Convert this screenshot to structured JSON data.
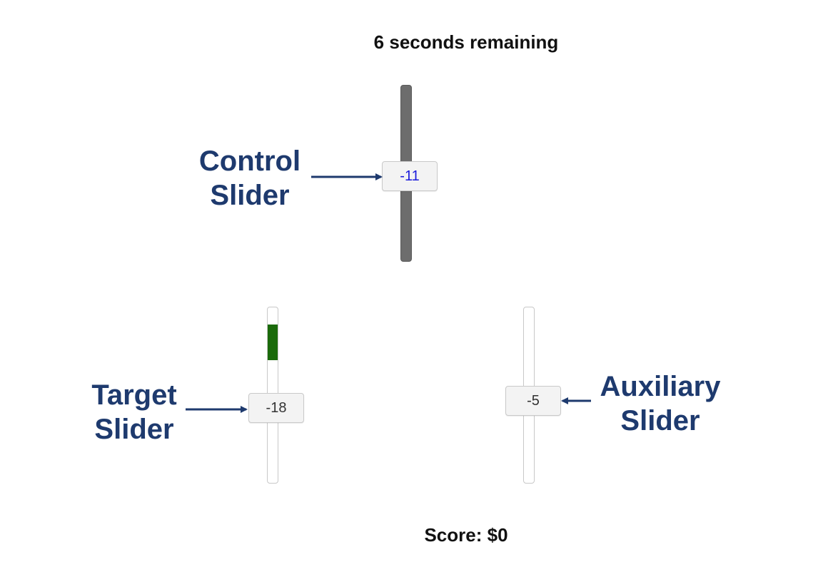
{
  "timer": {
    "text": "6 seconds remaining"
  },
  "control_slider": {
    "value": "-11",
    "label_line1": "Control",
    "label_line2": "Slider",
    "track_color": "#6d6d6d",
    "value_color": "#1a1adb"
  },
  "target_slider": {
    "value": "-18",
    "label_line1": "Target",
    "label_line2": "Slider",
    "target_zone_color": "#1a6a0a"
  },
  "auxiliary_slider": {
    "value": "-5",
    "label_line1": "Auxiliary",
    "label_line2": "Slider"
  },
  "score": {
    "text": "Score: $0"
  },
  "colors": {
    "annotation": "#1e3a6e"
  },
  "icons": {
    "pointer_arrow": "arrow-right-icon",
    "pointer_arrow_left": "arrow-left-icon"
  }
}
